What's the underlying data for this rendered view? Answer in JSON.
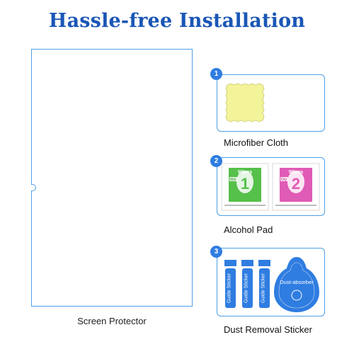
{
  "title": "Hassle-free Installation",
  "protector": {
    "label": "Screen Protector"
  },
  "items": [
    {
      "number": "1",
      "label": "Microfiber Cloth"
    },
    {
      "number": "2",
      "label": "Alcohol Pad",
      "pads": [
        {
          "title": "Wipes",
          "tag": "Wet",
          "digit": "1"
        },
        {
          "title": "Wipes",
          "tag": "Dry",
          "digit": "2"
        }
      ]
    },
    {
      "number": "3",
      "label": "Dust Removal Sticker",
      "guide_text": "Guide Sticker",
      "absorber_text": "Dust-absorber"
    }
  ],
  "colors": {
    "accent": "#1a56b6",
    "border": "#4f9fe6",
    "badge": "#2f7de1",
    "cloth": "#f3f39a",
    "wet": "#55c04a",
    "dry": "#e05bb5"
  }
}
